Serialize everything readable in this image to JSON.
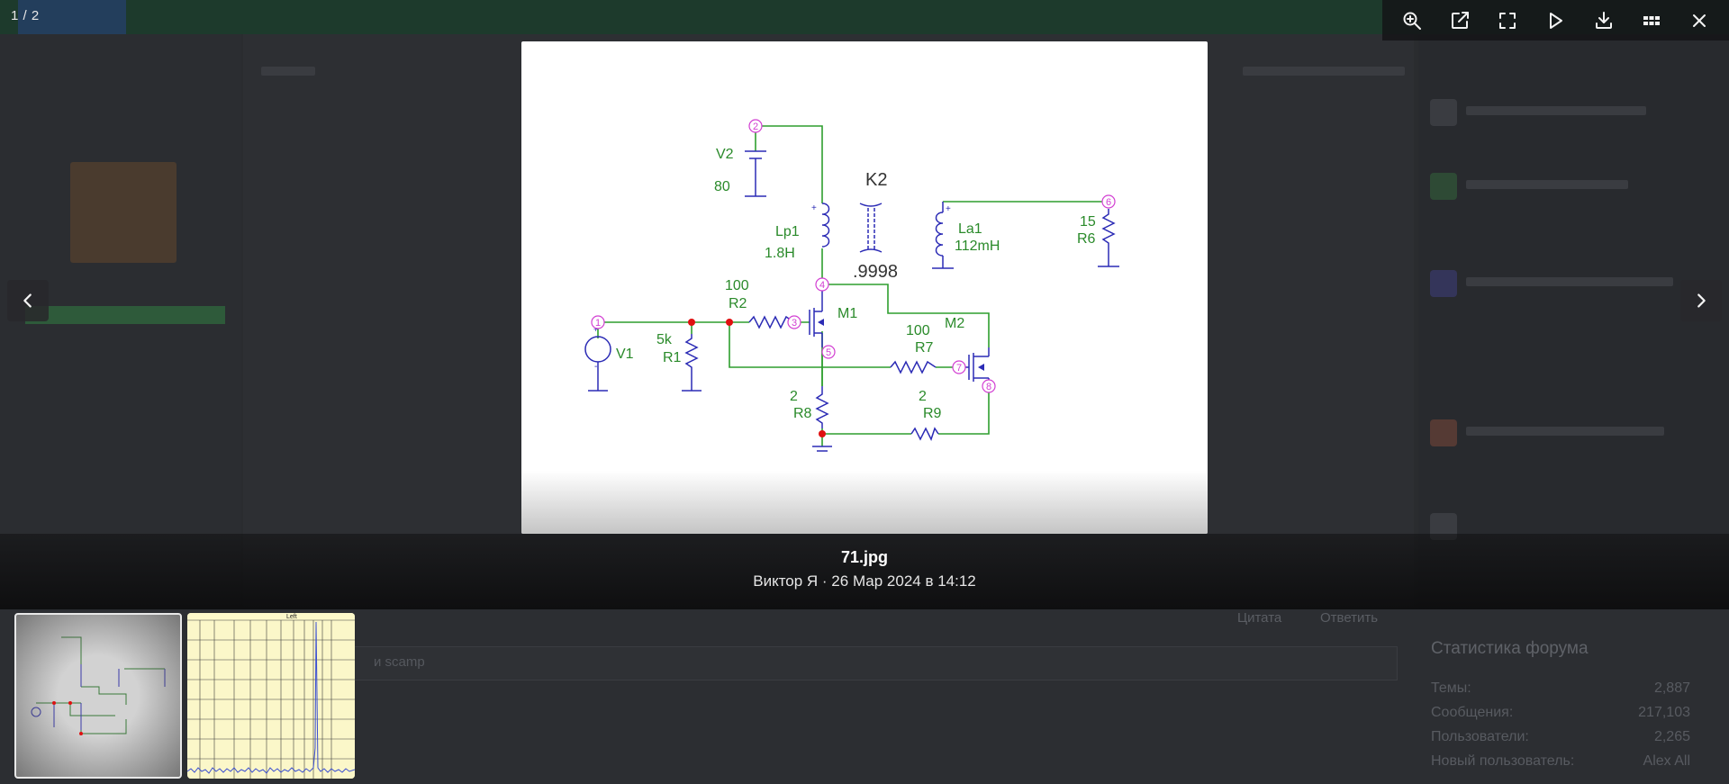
{
  "lightbox": {
    "counter": "1 / 2",
    "toolbar": [
      {
        "icon": "zoom-in-icon"
      },
      {
        "icon": "open-new-window-icon"
      },
      {
        "icon": "fullscreen-icon"
      },
      {
        "icon": "play-slideshow-icon"
      },
      {
        "icon": "download-icon"
      },
      {
        "icon": "thumbnails-grid-icon"
      },
      {
        "icon": "close-icon"
      }
    ],
    "caption": {
      "title": "71.jpg",
      "meta": "Виктор Я · 26 Мар 2024 в 14:12"
    },
    "thumbnails": [
      {
        "selected": true
      },
      {
        "label": "Left",
        "selected": false
      }
    ]
  },
  "schematic": {
    "v2_label": "V2",
    "v2_value": "80",
    "transformer_label": "K2",
    "coupling_value": ".9998",
    "lp1_label": "Lp1",
    "lp1_value": "1.8H",
    "la1_label": "La1",
    "la1_value": "112mH",
    "r6_value": "15",
    "r6_label": "R6",
    "r2_value": "100",
    "r2_label": "R2",
    "m1_label": "M1",
    "m2_label": "M2",
    "r7_value": "100",
    "r7_label": "R7",
    "v1_label": "V1",
    "r1_value": "5k",
    "r1_label": "R1",
    "r8_value": "2",
    "r8_label": "R8",
    "r9_value": "2",
    "r9_label": "R9",
    "nodes": [
      "1",
      "2",
      "3",
      "4",
      "5",
      "6",
      "7",
      "8"
    ]
  },
  "background_page": {
    "post_actions": {
      "quote": "Цитата",
      "reply": "Ответить"
    },
    "quote_snippet": "и scamp",
    "stats": {
      "title": "Статистика форума",
      "rows": [
        {
          "label": "Темы:",
          "value": "2,887"
        },
        {
          "label": "Сообщения:",
          "value": "217,103"
        },
        {
          "label": "Пользователи:",
          "value": "2,265"
        },
        {
          "label": "Новый пользователь:",
          "value": "Alex All"
        }
      ]
    }
  },
  "colors": {
    "wire": "#2e9e2e",
    "component": "#2b2bb5",
    "label": "#2a8a2a",
    "node": "#d23fd2",
    "junction": "#e01010"
  }
}
